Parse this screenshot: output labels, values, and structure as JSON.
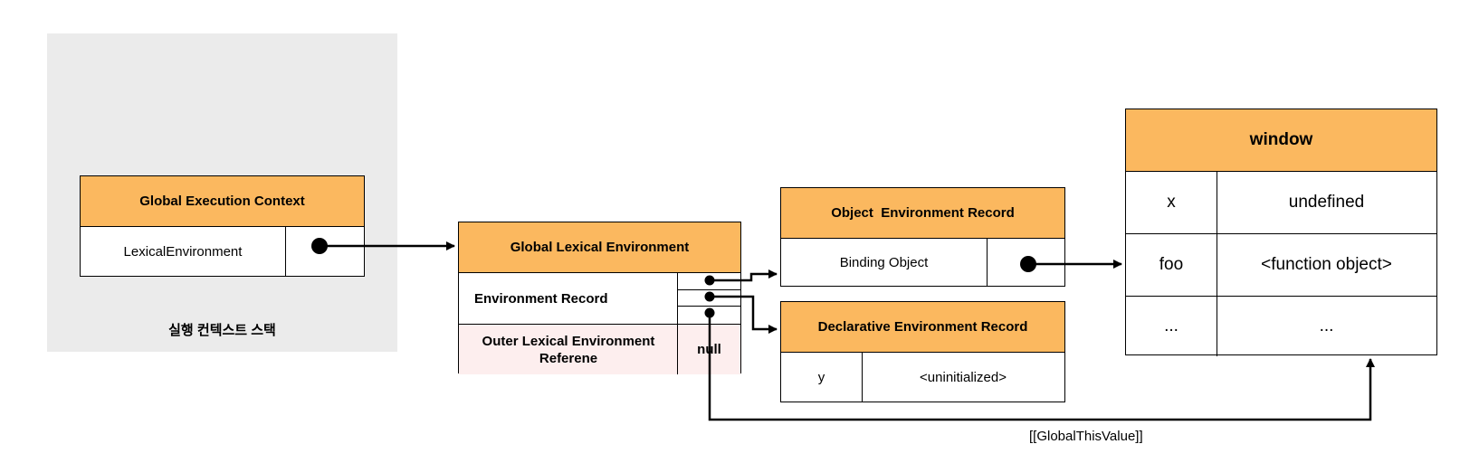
{
  "stack": {
    "label": "실행 컨텍스트 스택",
    "gec_title": "Global Execution Context",
    "lexical_env_label": "LexicalEnvironment"
  },
  "gle": {
    "title": "Global Lexical Environment",
    "env_record_label": "Environment Record",
    "outer_label": "Outer Lexical Environment Referene",
    "outer_value": "null"
  },
  "object_record": {
    "title": "Object  Environment Record",
    "binding_label": "Binding Object"
  },
  "declarative_record": {
    "title": "Declarative Environment Record",
    "rows": [
      {
        "name": "y",
        "value": "<uninitialized>"
      }
    ]
  },
  "window": {
    "title": "window",
    "rows": [
      {
        "key": "x",
        "value": "undefined"
      },
      {
        "key": "foo",
        "value": "<function object>"
      },
      {
        "key": "...",
        "value": "..."
      }
    ]
  },
  "global_this_label": "[[GlobalThisValue]]",
  "colors": {
    "header_fill": "#fbb85f",
    "stack_bg": "#ebebeb",
    "outer_row_fill": "#fdeeee"
  }
}
